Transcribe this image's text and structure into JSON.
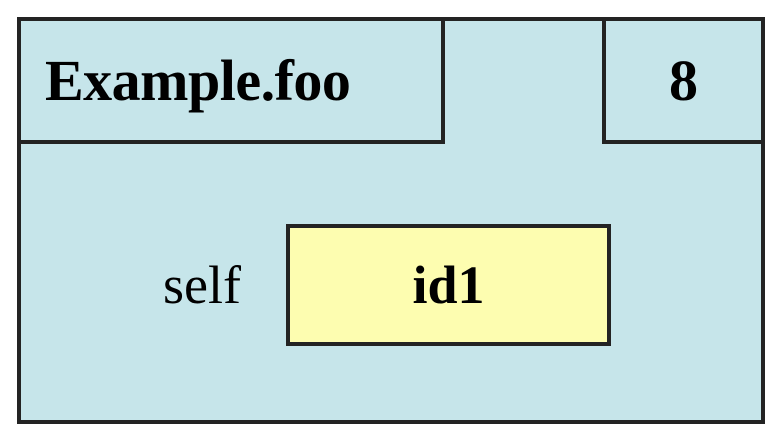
{
  "diagram": {
    "type": "stack-frame",
    "colors": {
      "frame_fill": "#c6e5ea",
      "value_fill": "#fdfdb0",
      "border": "#232323",
      "text": "#000000"
    },
    "frame": {
      "title": "Example.foo",
      "counter": "8",
      "variables": [
        {
          "name": "self",
          "value": "id1"
        }
      ]
    }
  }
}
